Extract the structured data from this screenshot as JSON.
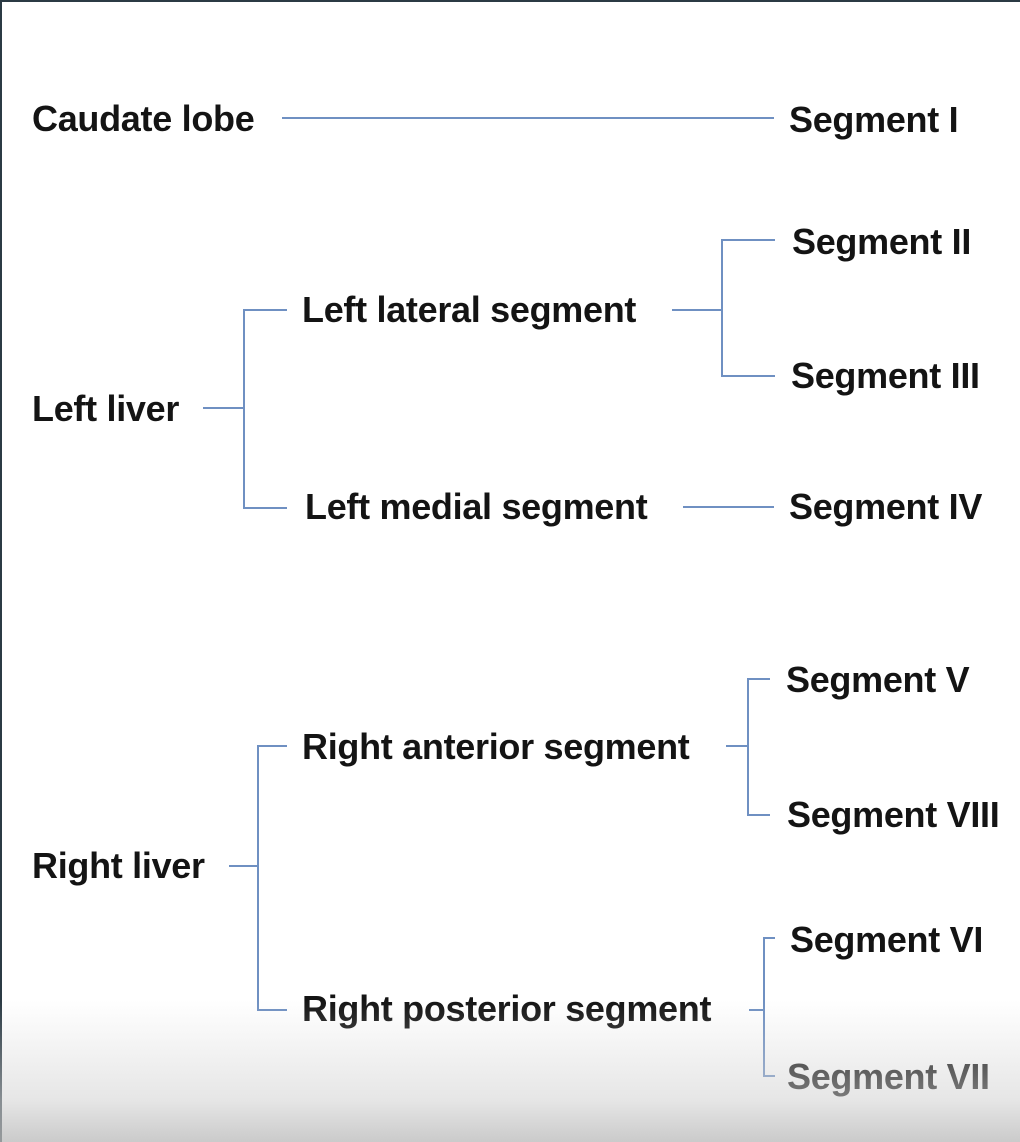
{
  "diagram": {
    "line_color": "#6f90c2",
    "caudate": {
      "lobe": "Caudate lobe",
      "segment": "Segment I"
    },
    "left_liver": {
      "label": "Left liver",
      "lateral": {
        "label": "Left lateral segment",
        "segments": [
          "Segment II",
          "Segment III"
        ]
      },
      "medial": {
        "label": "Left medial segment",
        "segments": [
          "Segment IV"
        ]
      }
    },
    "right_liver": {
      "label": "Right liver",
      "anterior": {
        "label": "Right anterior segment",
        "segments": [
          "Segment V",
          "Segment VIII"
        ]
      },
      "posterior": {
        "label": "Right posterior segment",
        "segments": [
          "Segment VI",
          "Segment VII"
        ]
      }
    }
  }
}
